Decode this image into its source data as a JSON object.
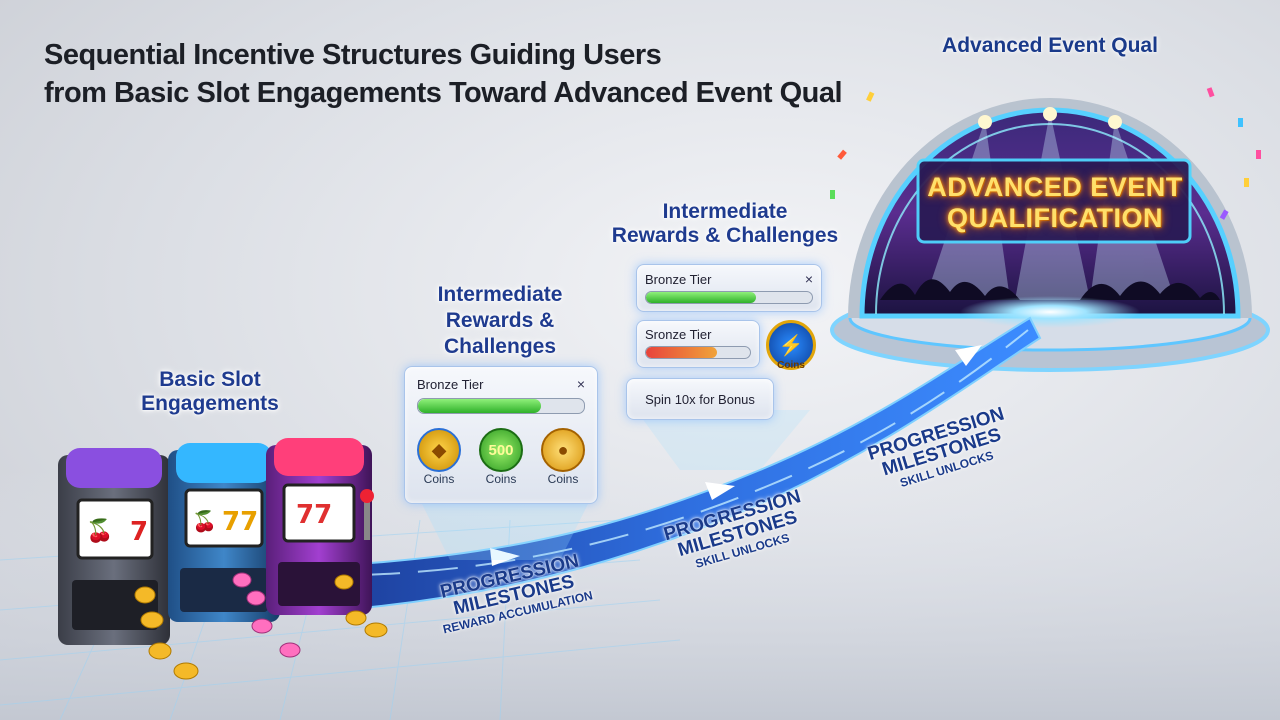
{
  "title": {
    "line1": "Sequential Incentive Structures Guiding Users",
    "line2": "from Basic Slot Engagements Toward Advanced Event Qual"
  },
  "stage": {
    "top_label": "Advanced Event Qual",
    "sign_line1": "ADVANCED EVENT",
    "sign_line2": "QUALIFICATION"
  },
  "basic": {
    "label_line1": "Basic Slot",
    "label_line2": "Engagements"
  },
  "intermediate_1": {
    "label_line1": "Intermediate",
    "label_line2": "Rewards &",
    "label_line3": "Challenges",
    "card": {
      "tier": "Bronze Tier",
      "close": "×",
      "progress": 0.74,
      "badges": [
        {
          "text": "",
          "label": "Coins",
          "icon": "gold-emblem-icon"
        },
        {
          "text": "500",
          "label": "Coins",
          "icon": "green-chip-icon"
        },
        {
          "text": "",
          "label": "Coins",
          "icon": "gold-medal-icon"
        }
      ]
    }
  },
  "intermediate_2": {
    "label_line1": "Intermediate",
    "label_line2": "Rewards & Challenges",
    "card1": {
      "tier": "Bronze Tier",
      "close": "×",
      "progress": 0.66
    },
    "card2": {
      "tier": "Sronze Tier",
      "progress": 0.68
    },
    "coin_label": "Coins",
    "spin_text": "Spin 10x for Bonus"
  },
  "milestones": [
    {
      "line1": "PROGRESSION",
      "line2": "MILESTONES",
      "sub": "REWARD ACCUMULATION"
    },
    {
      "line1": "PROGRESSION",
      "line2": "MILESTONES",
      "sub": "SKILL UNLOCKS"
    },
    {
      "line1": "PROGRESSION",
      "line2": "MILESTONES",
      "sub": "SKILL UNLOCKS"
    }
  ],
  "colors": {
    "path_blue": "#2f6fe0",
    "label_blue": "#1f3b8f",
    "sign_gold": "#ffe06a",
    "bar_green": "#2fb12a",
    "bar_red": "#e8433b"
  }
}
